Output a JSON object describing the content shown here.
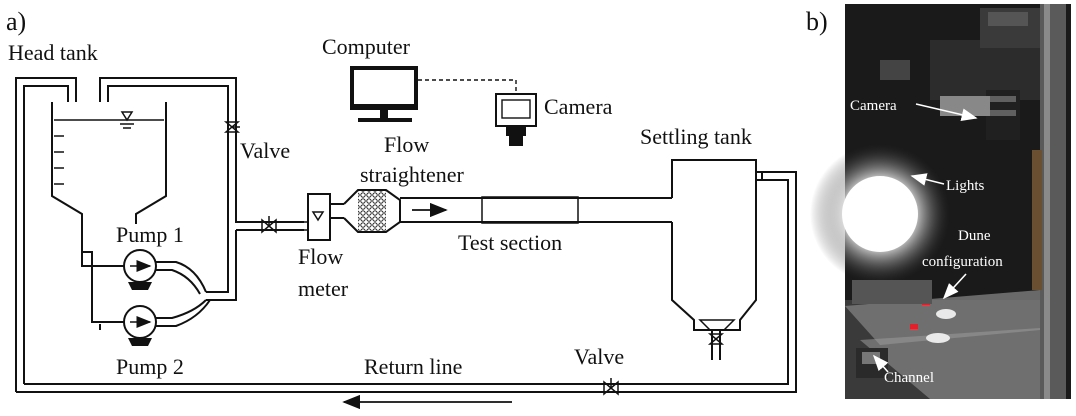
{
  "panel_a": {
    "label": "a)",
    "head_tank": "Head tank",
    "computer": "Computer",
    "camera": "Camera",
    "valve_top": "Valve",
    "flow_straightener_line1": "Flow",
    "flow_straightener_line2": "straightener",
    "settling_tank": "Settling tank",
    "pump1": "Pump 1",
    "pump2": "Pump 2",
    "flow_meter_line1": "Flow",
    "flow_meter_line2": "meter",
    "test_section": "Test section",
    "return_line": "Return line",
    "valve_bottom": "Valve"
  },
  "panel_b": {
    "label": "b)",
    "camera": "Camera",
    "lights": "Lights",
    "dune_line1": "Dune",
    "dune_line2": "configuration",
    "channel": "Channel"
  },
  "colors": {
    "line": "#111111",
    "photo_bg": "#1a1a1a",
    "photo_label": "#ffffff",
    "dune_mark": "#e0202a"
  }
}
